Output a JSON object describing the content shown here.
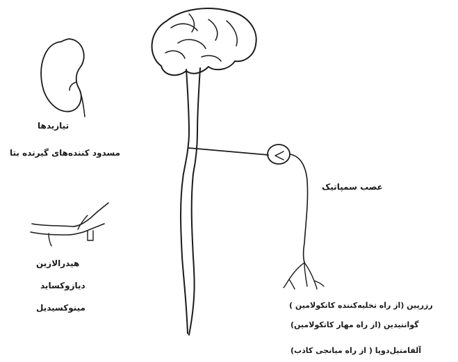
{
  "labels": {
    "kidney": "تیازیدها",
    "beta_blockers": "مسدود کننده‌های گیرنده بتا",
    "sympathetic_nerve": "عصب سمپاتیک",
    "vasodilators": [
      "هیدرالازین",
      "دیازوکساید",
      "مینوکسیدیل"
    ],
    "sympathetic_drugs": [
      "رزرپین (از راه تخلیه‌کننده کاتکولامین )",
      "گوانتیدین (از راه مهار کاتکولامین)",
      "آلفامتیل‌دوپا ( از راه میانجی کاذب)"
    ]
  },
  "icons": [
    "brain-icon",
    "kidney-icon",
    "blood-vessel-icon",
    "ganglion-icon",
    "nerve-ending-icon"
  ],
  "colors": {
    "ink": "#1a1a1a",
    "background": "#ffffff"
  }
}
